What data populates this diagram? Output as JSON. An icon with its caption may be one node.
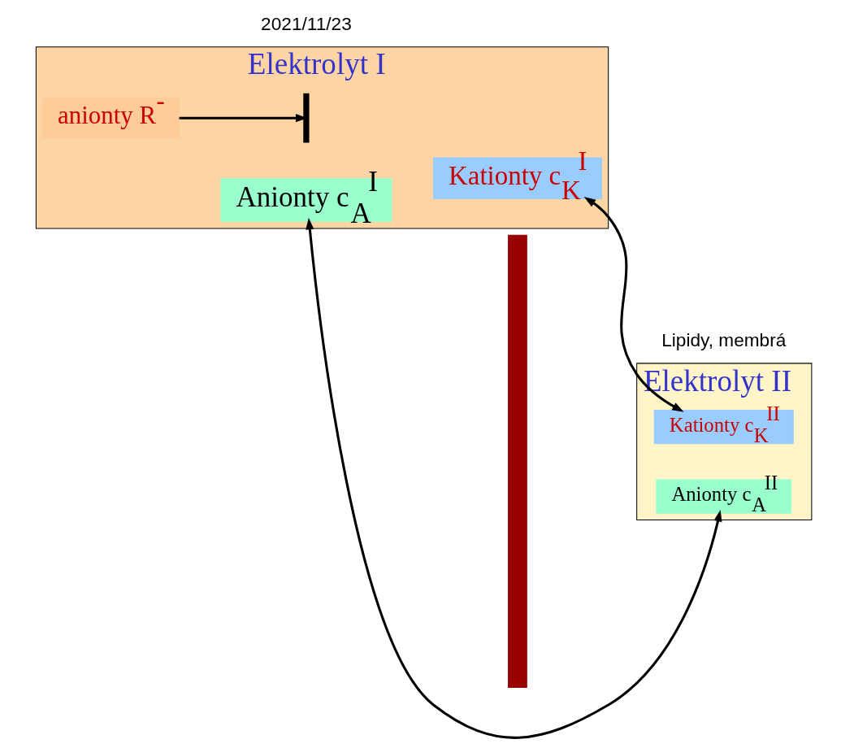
{
  "diagram": {
    "nodes": [
      {
        "text": [
          "Elektrolyt I"
        ]
      },
      {
        "text": [
          "anionty R$^{-}$"
        ],
        "in": 0
      },
      {
        "text": [],
        "shape": "bar",
        "in": 0
      },
      {
        "text": [
          "Kationty c$_{K}$$^{I}$"
        ],
        "in": 0
      },
      {
        "text": [
          "Anionty c$_{A}$$^{I}$"
        ],
        "in": 0
      },
      {
        "text": [],
        "shape": "bar"
      },
      {
        "text": [
          "Elektrolyt II"
        ]
      },
      {
        "text": [
          "Anionty c$_{A}$$^{II}$"
        ],
        "in": 6
      },
      {
        "text": [
          "Kationty c$_{K}$$^{II}$"
        ],
        "in": 6
      }
    ],
    "edges": [
      {
        "from": 1,
        "to": 2,
        "arrow": "to"
      },
      {
        "from": 3,
        "to": 8,
        "arrow": "both"
      },
      {
        "from": 4,
        "to": 7,
        "arrow": "both"
      }
    ],
    "labels": [
      "2021/11/23",
      "Lipidy, membrá"
    ]
  }
}
